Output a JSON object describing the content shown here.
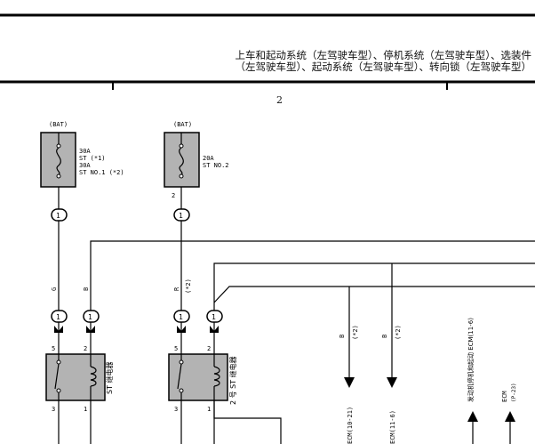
{
  "header": {
    "title_line1": "上车和起动系统（左驾驶车型）、停机系统（左驾驶车型）、选装件",
    "title_line2": "（左驾驶车型）、起动系统（左驾驶车型）、转向锁（左驾驶车型）"
  },
  "page_number": "2",
  "fuses": [
    {
      "source": "(BAT)",
      "lines": [
        "30A",
        "ST (*1)",
        "30A",
        "ST NO.1 (*2)"
      ]
    },
    {
      "source": "(BAT)",
      "lines": [
        "20A",
        "ST NO.2"
      ]
    }
  ],
  "connectors": [
    "1",
    "1",
    "1",
    "1",
    "1",
    "1"
  ],
  "pins": {
    "fuse2_out": "2",
    "relay1_top_left": "5",
    "relay1_top_right": "2",
    "relay1_bot_left": "3",
    "relay1_bot_right": "1",
    "relay2_top_left": "5",
    "relay2_top_right": "2",
    "relay2_bot_left": "3",
    "relay2_bot_right": "1"
  },
  "wire_colors": {
    "w1": "G",
    "w2": "B",
    "w3": "R",
    "w3_note": "(*2)",
    "ecm1": "B",
    "ecm1_note": "(*2)",
    "ecm2": "B",
    "ecm2_note": "(*2)"
  },
  "relays": {
    "relay1": "ST 继电器",
    "relay2": "2 号 ST 继电器"
  },
  "signals": {
    "ecm_a": "ECM(10-21)",
    "ecm_b": "ECM(11-6)",
    "starter_ref": "发动机停机和起动 ECM(11-6)",
    "ecm_ref": "ECM",
    "ecm_ref_sub": "(P-23)"
  }
}
